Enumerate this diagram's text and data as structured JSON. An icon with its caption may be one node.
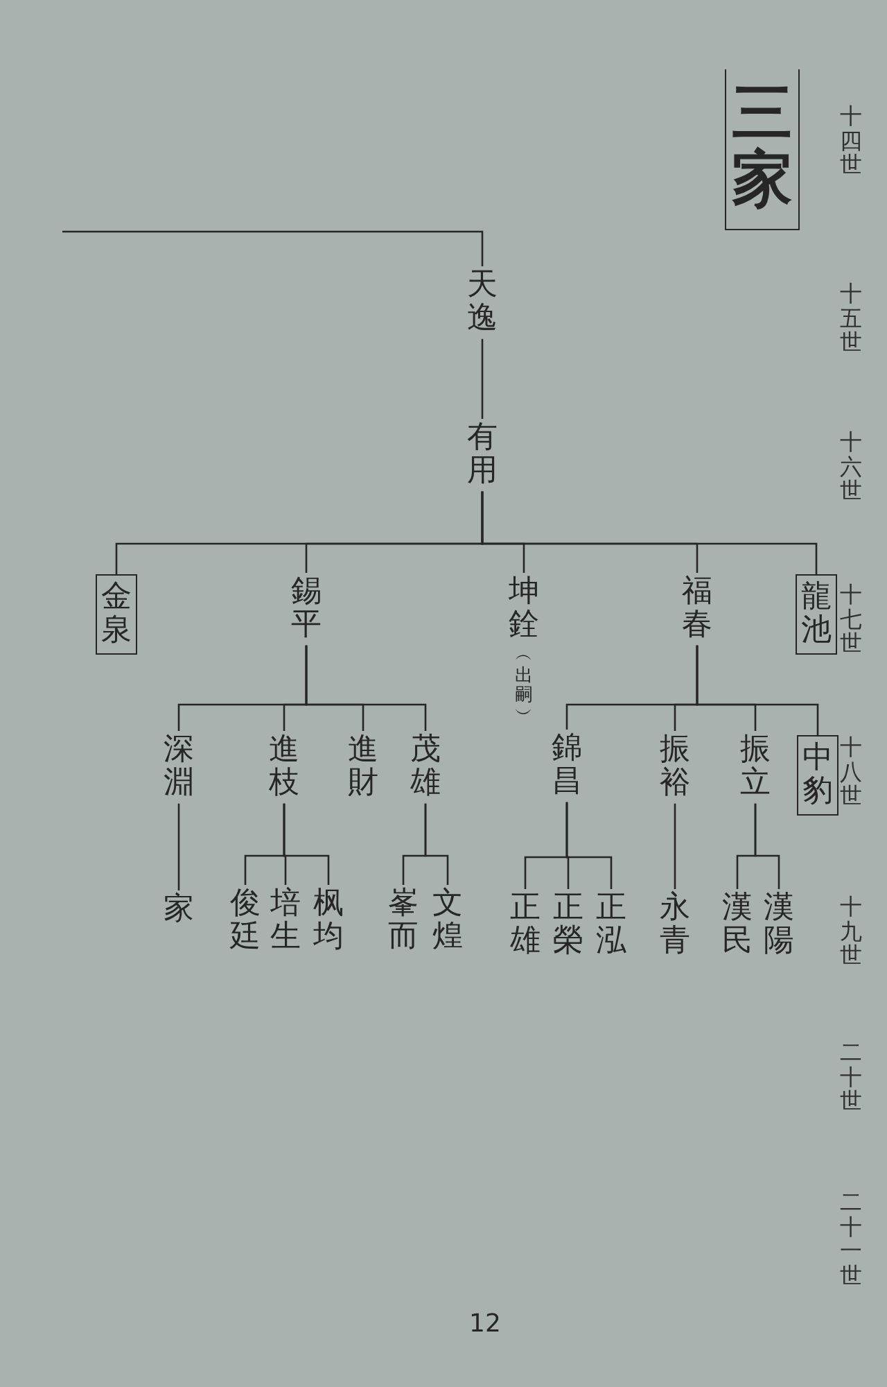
{
  "diagram": {
    "title": "三家",
    "nodes": [
      {
        "text": [
          "天逸"
        ]
      },
      {
        "text": [
          "有用"
        ]
      },
      {
        "text": [
          "金泉"
        ]
      },
      {
        "text": [
          "錫平"
        ]
      },
      {
        "text": [
          "坤銓",
          "︵出嗣︶"
        ]
      },
      {
        "text": [
          "福春"
        ]
      },
      {
        "text": [
          "龍池"
        ]
      },
      {
        "text": [
          "深淵"
        ]
      },
      {
        "text": [
          "進枝"
        ]
      },
      {
        "text": [
          "進財"
        ]
      },
      {
        "text": [
          "茂雄"
        ]
      },
      {
        "text": [
          "錦昌"
        ]
      },
      {
        "text": [
          "振裕"
        ]
      },
      {
        "text": [
          "振立"
        ]
      },
      {
        "text": [
          "中豹"
        ]
      },
      {
        "text": [
          "家"
        ]
      },
      {
        "text": [
          "俊廷"
        ]
      },
      {
        "text": [
          "培生"
        ]
      },
      {
        "text": [
          "枫均"
        ]
      },
      {
        "text": [
          "峯而"
        ]
      },
      {
        "text": [
          "文煌"
        ]
      },
      {
        "text": [
          "正雄"
        ]
      },
      {
        "text": [
          "正榮"
        ]
      },
      {
        "text": [
          "正泓"
        ]
      },
      {
        "text": [
          "永青"
        ]
      },
      {
        "text": [
          "漢民"
        ]
      },
      {
        "text": [
          "漢陽"
        ]
      }
    ],
    "edges": [
      {
        "from": null,
        "to": 0,
        "arrow": "none"
      },
      {
        "from": 0,
        "to": 1,
        "arrow": "none"
      },
      {
        "from": 1,
        "to": 2,
        "arrow": "none"
      },
      {
        "from": 1,
        "to": 3,
        "arrow": "none"
      },
      {
        "from": 1,
        "to": 4,
        "arrow": "none"
      },
      {
        "from": 1,
        "to": 5,
        "arrow": "none"
      },
      {
        "from": 1,
        "to": 6,
        "arrow": "none"
      },
      {
        "from": 3,
        "to": 7,
        "arrow": "none"
      },
      {
        "from": 3,
        "to": 8,
        "arrow": "none"
      },
      {
        "from": 3,
        "to": 9,
        "arrow": "none"
      },
      {
        "from": 3,
        "to": 10,
        "arrow": "none"
      },
      {
        "from": 5,
        "to": 11,
        "arrow": "none"
      },
      {
        "from": 5,
        "to": 12,
        "arrow": "none"
      },
      {
        "from": 5,
        "to": 13,
        "arrow": "none"
      },
      {
        "from": 5,
        "to": 14,
        "arrow": "none"
      },
      {
        "from": 7,
        "to": 15,
        "arrow": "none"
      },
      {
        "from": 8,
        "to": 16,
        "arrow": "none"
      },
      {
        "from": 8,
        "to": 17,
        "arrow": "none"
      },
      {
        "from": 8,
        "to": 18,
        "arrow": "none"
      },
      {
        "from": 10,
        "to": 19,
        "arrow": "none"
      },
      {
        "from": 10,
        "to": 20,
        "arrow": "none"
      },
      {
        "from": 11,
        "to": 21,
        "arrow": "none"
      },
      {
        "from": 11,
        "to": 22,
        "arrow": "none"
      },
      {
        "from": 11,
        "to": 23,
        "arrow": "none"
      },
      {
        "from": 12,
        "to": 24,
        "arrow": "none"
      },
      {
        "from": 13,
        "to": 25,
        "arrow": "none"
      },
      {
        "from": 13,
        "to": 26,
        "arrow": "none"
      }
    ],
    "labels": [
      "十四世",
      "十五世",
      "十六世",
      "十七世",
      "十八世",
      "十九世",
      "二十世",
      "二十一世",
      "12"
    ]
  }
}
